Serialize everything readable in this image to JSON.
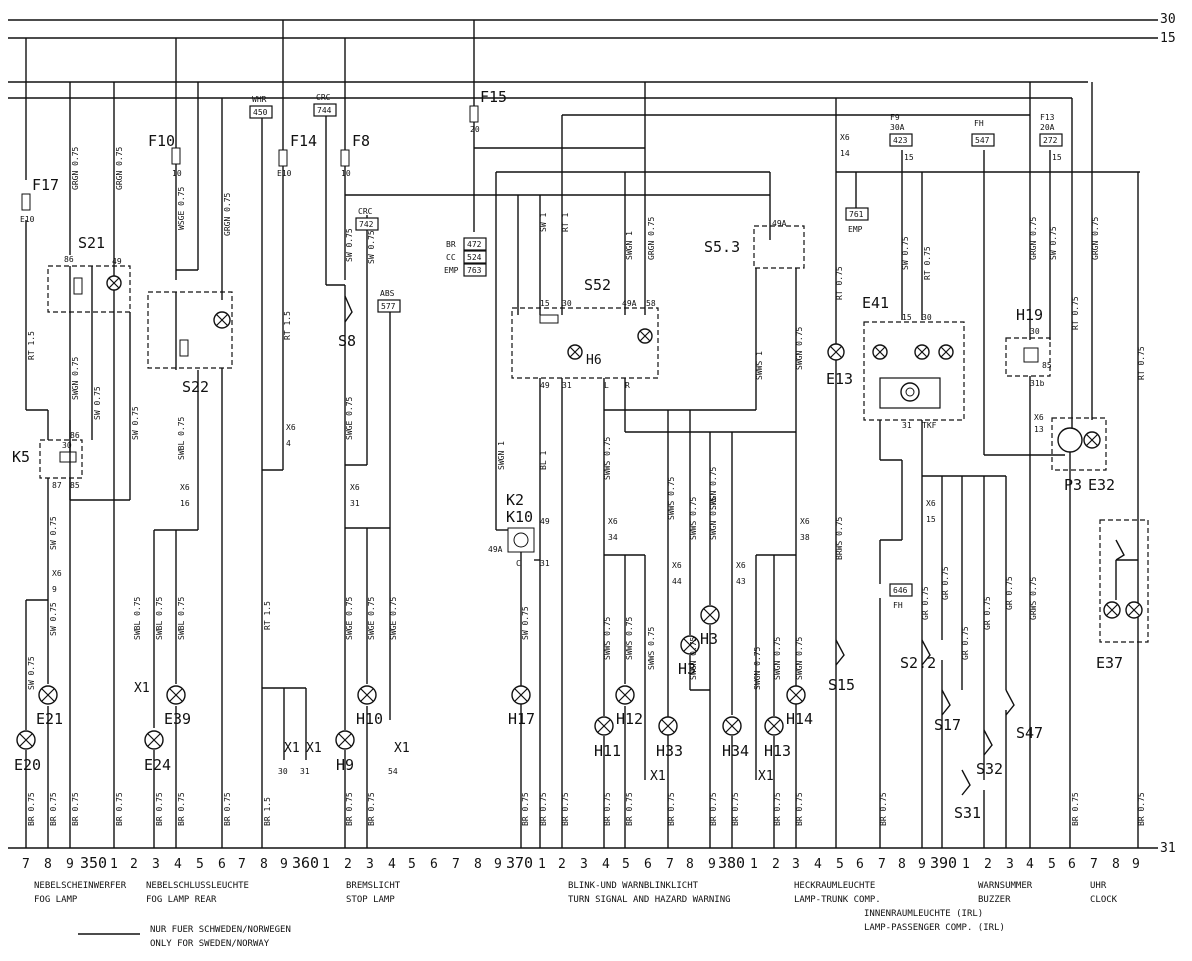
{
  "rails": [
    {
      "label": "30"
    },
    {
      "label": "15"
    },
    {
      "label": "31"
    }
  ],
  "fuses": [
    {
      "label": "F17",
      "rating": "E10"
    },
    {
      "label": "F10",
      "rating": "10"
    },
    {
      "label": "F14",
      "rating": "E10"
    },
    {
      "label": "F8",
      "rating": "10"
    },
    {
      "label": "F15",
      "rating": "20"
    },
    {
      "label": "F9",
      "rating": "30A",
      "term": "15"
    },
    {
      "label": "F13",
      "rating": "20A",
      "term": "15"
    }
  ],
  "boxes": [
    {
      "label": "WHR",
      "value": "450"
    },
    {
      "label": "CRC",
      "value": "744"
    },
    {
      "label": "CRC",
      "value": "742"
    },
    {
      "label": "ABS",
      "value": "577"
    },
    {
      "label": "BR",
      "value": "472"
    },
    {
      "label": "CC",
      "value": "524"
    },
    {
      "label": "EMP",
      "value": "763"
    },
    {
      "label": "EMP",
      "value": "761"
    },
    {
      "label": "F9",
      "value": "423"
    },
    {
      "label": "FH",
      "value": "547"
    },
    {
      "label": "F13",
      "value": "272"
    },
    {
      "label": "FH",
      "value": "646"
    }
  ],
  "components": {
    "S21": "S21",
    "S22": "S22",
    "K5": "K5",
    "S8": "S8",
    "S52": "S52",
    "S5_3": "S5.3",
    "K2": "K2",
    "K10": "K10",
    "H6": "H6",
    "E13": "E13",
    "E41": "E41",
    "H19": "H19",
    "P3": "P3",
    "E32": "E32",
    "E37": "E37",
    "S15": "S15",
    "S2_2": "S2.2",
    "S17": "S17",
    "S47": "S47",
    "S32": "S32",
    "S31": "S31",
    "E21": "E21",
    "E20": "E20",
    "E24": "E24",
    "E39": "E39",
    "H10": "H10",
    "H9": "H9",
    "H17": "H17",
    "H12": "H12",
    "H11": "H11",
    "H33": "H33",
    "H3a": "H3",
    "H3b": "H3",
    "H34": "H34",
    "H13": "H13",
    "H14": "H14"
  },
  "connectors": {
    "x1": "X1",
    "x1_30": "30",
    "x1_31": "31",
    "x1_54": "54",
    "x6_9": "9",
    "x6_16": "16",
    "x6_4": "4",
    "x6_31": "31",
    "x6_34": "34",
    "x6_44": "44",
    "x6_43": "43",
    "x6_38": "38",
    "x6_15": "15",
    "x6_13": "13",
    "x6_14": "14",
    "x6": "X6"
  },
  "wires": [
    "RT 1.5",
    "GRGN 0.75",
    "SW 0.75",
    "SWGN 0.75",
    "WSGE 0.75",
    "SWBL 0.75",
    "BR 0.75",
    "BR 1.5",
    "SWGE 0.75",
    "SW 1",
    "RT 1",
    "SWGN 1",
    "BL 1",
    "SWWS 0.75",
    "SWWS 1",
    "RT 0.75",
    "GR 0.75",
    "GRWS 0.75",
    "BRWS 0.75"
  ],
  "terminals": {
    "t15": "15",
    "t30": "30",
    "t49": "49",
    "t49a": "49A",
    "t58": "58",
    "t31": "31",
    "tL": "L",
    "tR": "R",
    "tC": "C",
    "t86": "86",
    "t85": "85",
    "t87": "87",
    "t31b": "31b",
    "tKF": "TKF"
  },
  "bottom": {
    "section_numbers": [
      "350",
      "360",
      "370",
      "380",
      "390"
    ],
    "digits": [
      "7",
      "8",
      "9",
      "1",
      "2",
      "3",
      "4",
      "5",
      "6",
      "7",
      "8",
      "9",
      "1",
      "2",
      "3",
      "4",
      "5",
      "6",
      "7",
      "8",
      "9",
      "1",
      "2",
      "3",
      "4",
      "5",
      "6",
      "7",
      "8",
      "9",
      "1",
      "2",
      "3",
      "4",
      "5",
      "6",
      "7",
      "8",
      "9",
      "1",
      "2",
      "3",
      "4",
      "5",
      "6",
      "7",
      "8",
      "9"
    ]
  },
  "sections": [
    {
      "de": "NEBELSCHEINWERFER",
      "en": "FOG LAMP"
    },
    {
      "de": "NEBELSCHLUSSLEUCHTE",
      "en": "FOG LAMP REAR"
    },
    {
      "de": "BREMSLICHT",
      "en": "STOP LAMP"
    },
    {
      "de": "BLINK-UND WARNBLINKLICHT",
      "en": "TURN SIGNAL AND HAZARD WARNING"
    },
    {
      "de": "HECKRAUMLEUCHTE",
      "en": "LAMP-TRUNK COMP."
    },
    {
      "de": "INNENRAUMLEUCHTE (IRL)",
      "en": "LAMP-PASSENGER COMP. (IRL)"
    },
    {
      "de": "WARNSUMMER",
      "en": "BUZZER"
    },
    {
      "de": "UHR",
      "en": "CLOCK"
    }
  ],
  "legend": {
    "de": "NUR FUER SCHWEDEN/NORWEGEN",
    "en": "ONLY FOR SWEDEN/NORWAY"
  }
}
